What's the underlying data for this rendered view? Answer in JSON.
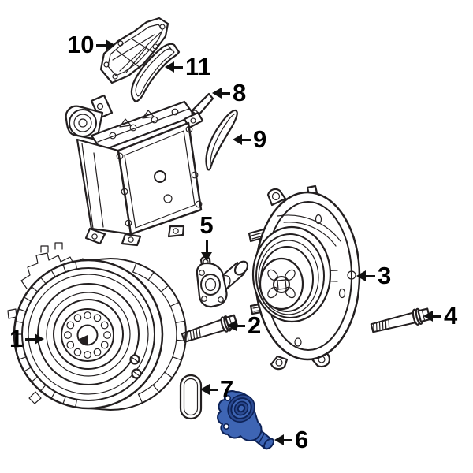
{
  "page": {
    "type": "exploded-parts-diagram",
    "description": "OEM exploded parts diagram of a hybrid drive motor / transmission assembly with numbered callouts",
    "background": "#ffffff",
    "selected_callout": "6"
  },
  "colors": {
    "line": "#231f20",
    "label_text": "#000000",
    "arrow": "#111111",
    "highlight_fill": "#3e65b4",
    "highlight_dark": "#2b4a92",
    "highlight_outline": "#0d2257",
    "paper": "#ffffff"
  },
  "diagram": {
    "callouts": [
      {
        "label": "1",
        "part": "drive-motor-generator",
        "arrow_direction": "right",
        "highlighted": false
      },
      {
        "label": "2",
        "part": "mount-bolt",
        "arrow_direction": "left",
        "highlighted": false
      },
      {
        "label": "3",
        "part": "converter-housing",
        "arrow_direction": "left",
        "highlighted": false
      },
      {
        "label": "4",
        "part": "mount-bolt",
        "arrow_direction": "left",
        "highlighted": false
      },
      {
        "label": "5",
        "part": "solenoid-valve",
        "arrow_direction": "down",
        "highlighted": false
      },
      {
        "label": "6",
        "part": "position-sensor",
        "arrow_direction": "left",
        "highlighted": true
      },
      {
        "label": "7",
        "part": "seal-ring",
        "arrow_direction": "left",
        "highlighted": false
      },
      {
        "label": "8",
        "part": "control-unit-assembly",
        "arrow_direction": "left",
        "highlighted": false
      },
      {
        "label": "9",
        "part": "gasket-strip",
        "arrow_direction": "left",
        "highlighted": false
      },
      {
        "label": "10",
        "part": "cover-plate",
        "arrow_direction": "right",
        "highlighted": false
      },
      {
        "label": "11",
        "part": "cover-gasket",
        "arrow_direction": "left",
        "highlighted": false
      }
    ]
  }
}
